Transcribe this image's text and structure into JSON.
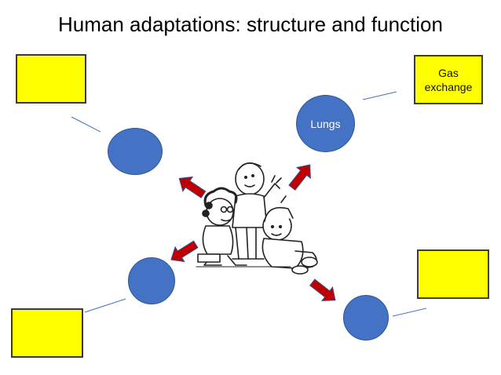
{
  "title": "Human adaptations: structure and function",
  "colors": {
    "box_fill": "#ffff00",
    "circle_fill": "#4472c4",
    "arrow_fill": "#c00000",
    "arrow_stroke": "#2f5597",
    "connector": "#4472c4"
  },
  "boxes": {
    "top_left": {
      "label": ""
    },
    "top_right": {
      "label": "Gas\nexchange"
    },
    "bottom_left": {
      "label": ""
    },
    "bottom_right": {
      "label": ""
    }
  },
  "circles": {
    "upper_left": {
      "label": ""
    },
    "lungs": {
      "label": "Lungs"
    },
    "lower_left": {
      "label": ""
    },
    "lower_right": {
      "label": ""
    }
  },
  "illustration": {
    "icon": "group-of-children-sketch-icon"
  }
}
